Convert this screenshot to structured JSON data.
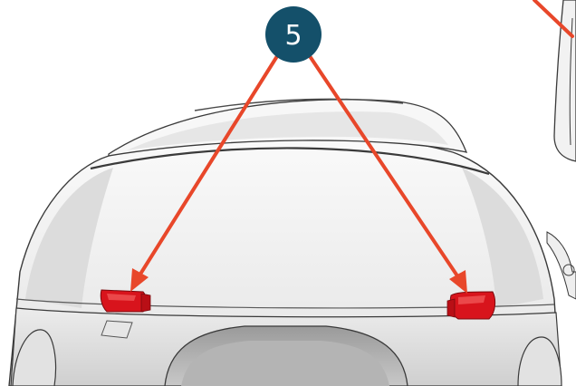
{
  "callout": {
    "number": "5"
  },
  "colors": {
    "badge": "#14506a",
    "arrow": "#e8472a",
    "reflector": "#d8141c",
    "reflector_highlight": "#f25a5a",
    "body_fill": "#f1f1f1",
    "body_shade": "#d9d9d9",
    "body_dark": "#b8b8b8",
    "outline": "#3a3a3a"
  },
  "parts": [
    {
      "id": "left-rear-reflector"
    },
    {
      "id": "right-rear-reflector"
    }
  ]
}
